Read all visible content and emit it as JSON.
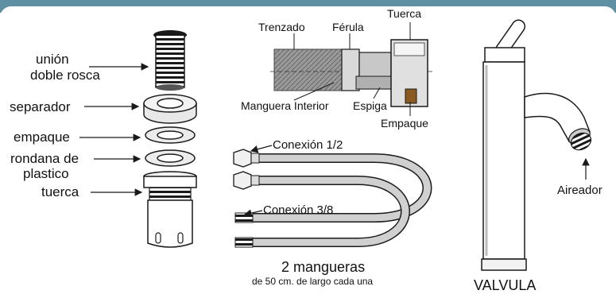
{
  "diagram": {
    "left_parts": {
      "union": [
        "unión",
        "doble rosca"
      ],
      "separador": "separador",
      "empaque": "empaque",
      "rondana": [
        "rondana de",
        "plastico"
      ],
      "tuerca": "tuerca"
    },
    "hose_detail": {
      "trenzado": "Trenzado",
      "ferula": "Férula",
      "tuerca": "Tuerca",
      "manguera_interior": "Manguera Interior",
      "espiga": "Espiga",
      "empaque": "Empaque"
    },
    "hoses": {
      "conexion_12": "Conexión 1/2",
      "conexion_38": "Conexión 3/8",
      "title": "2 mangueras",
      "subtitle": "de 50 cm. de largo cada una"
    },
    "faucet": {
      "aireador": "Aireador",
      "title": "VALVULA"
    }
  },
  "colors": {
    "header": "#5f8fa3",
    "line": "#1a1a1a",
    "metal": "#d9d9d9",
    "hose": "#cfcfcf"
  }
}
